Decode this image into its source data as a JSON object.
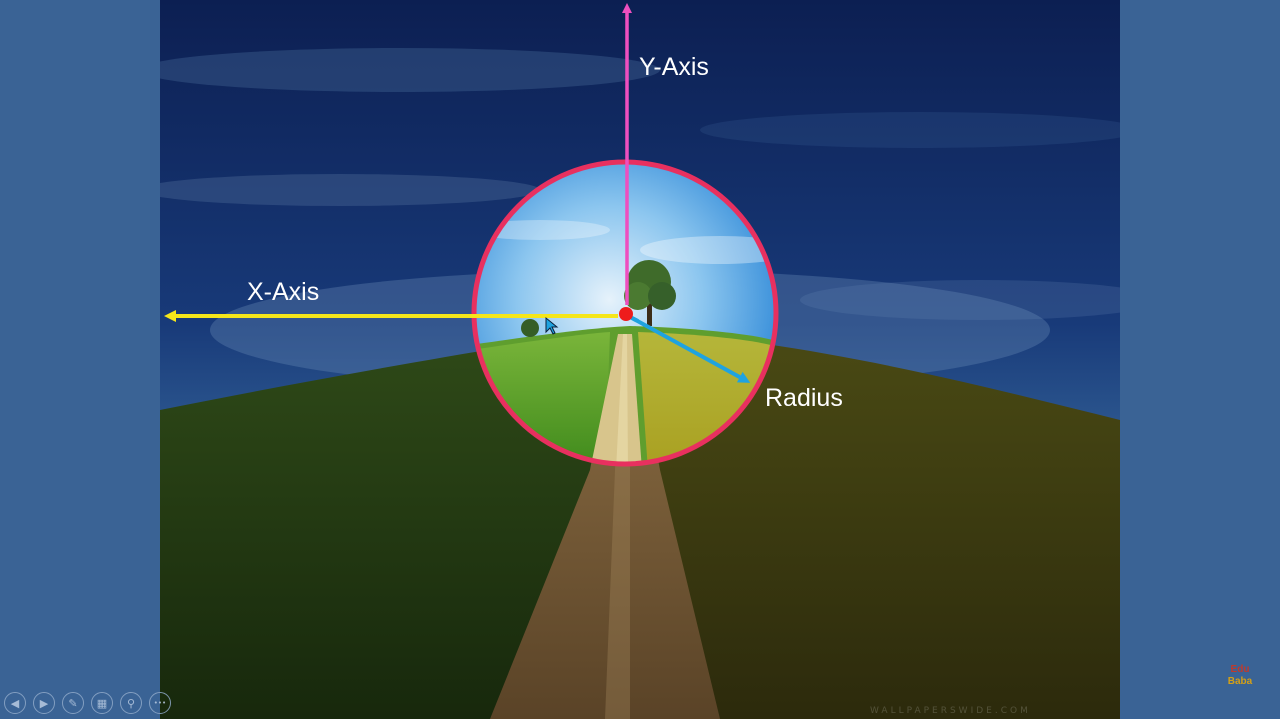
{
  "diagram": {
    "y_axis_label": "Y-Axis",
    "x_axis_label": "X-Axis",
    "radius_label": "Radius"
  },
  "colors": {
    "y_axis": "#ee4fbf",
    "x_axis": "#f5e61a",
    "radius": "#1fa3e0",
    "circle_outline": "#e8305f",
    "center_point": "#ee1c1c",
    "side_panel": "#3a6395"
  },
  "toolbar": {
    "buttons": [
      {
        "name": "previous-slide-button",
        "icon": "chevron-left-icon",
        "glyph": "◀"
      },
      {
        "name": "next-slide-button",
        "icon": "chevron-right-icon",
        "glyph": "▶"
      },
      {
        "name": "pen-button",
        "icon": "pen-icon",
        "glyph": "✎"
      },
      {
        "name": "slides-overview-button",
        "icon": "slides-icon",
        "glyph": "▦"
      },
      {
        "name": "zoom-button",
        "icon": "magnifier-icon",
        "glyph": "⚲"
      },
      {
        "name": "more-options-button",
        "icon": "ellipsis-icon",
        "glyph": "•••"
      }
    ]
  },
  "brand": {
    "line1": "Edu",
    "line2": "Baba"
  },
  "watermark": "WALLPAPERSWIDE.COM"
}
